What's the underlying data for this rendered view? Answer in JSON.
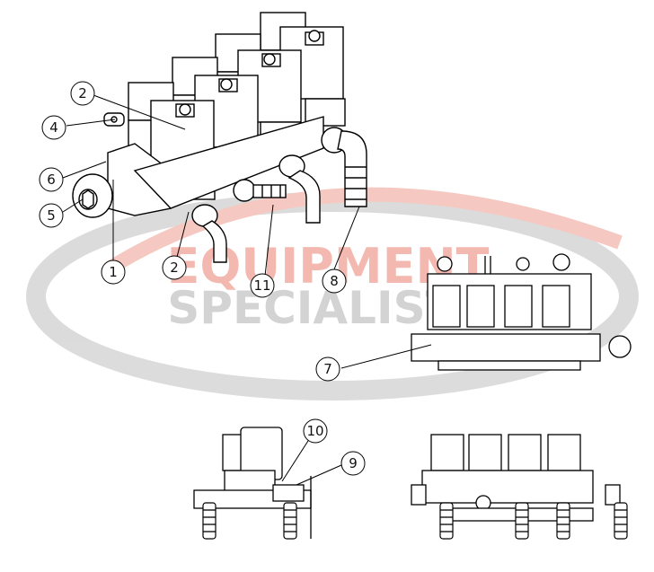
{
  "watermark": {
    "line1": "EQUIPMENT",
    "line2": "SPECIALISTS",
    "color_red": "#f2b2a8",
    "color_gray": "#cfcfcf"
  },
  "callouts": [
    {
      "id": "c2a",
      "text": "2"
    },
    {
      "id": "c4",
      "text": "4"
    },
    {
      "id": "c6",
      "text": "6"
    },
    {
      "id": "c5",
      "text": "5"
    },
    {
      "id": "c1",
      "text": "1"
    },
    {
      "id": "c2b",
      "text": "2"
    },
    {
      "id": "c11",
      "text": "11"
    },
    {
      "id": "c8",
      "text": "8"
    },
    {
      "id": "c7",
      "text": "7"
    },
    {
      "id": "c10",
      "text": "10"
    },
    {
      "id": "c9",
      "text": "9"
    }
  ]
}
